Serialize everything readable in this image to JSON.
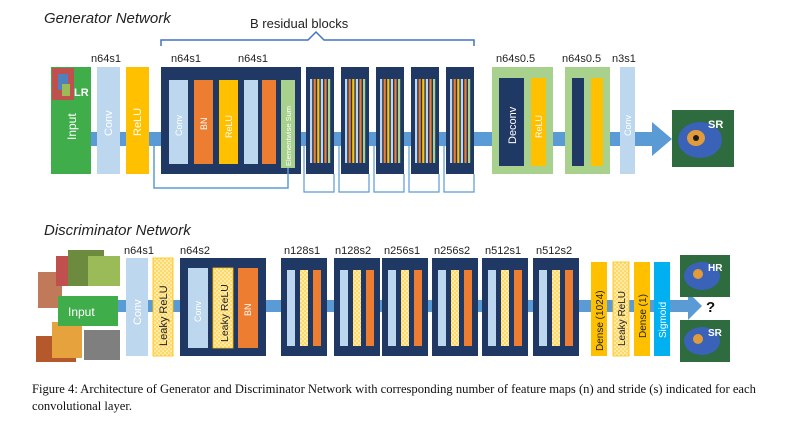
{
  "generator": {
    "title": "Generator Network",
    "brace_label": "B residual blocks",
    "input_label": "Input",
    "input_image_label": "LR",
    "output_image_label": "SR",
    "layer_labels": {
      "l1": "n64s1",
      "block_left": "n64s1",
      "block_right": "n64s1",
      "deconv1": "n64s0.5",
      "deconv2": "n64s0.5",
      "final": "n3s1"
    },
    "conv": "Conv",
    "relu": "ReLU",
    "bn": "BN",
    "elementwise_sum": "Elementwise Sum",
    "deconv": "Deconv",
    "final_conv": "Conv"
  },
  "discriminator": {
    "title": "Discriminator Network",
    "input_label": "Input",
    "hr_label": "HR",
    "sr_label": "SR",
    "question": "?",
    "layer_labels": [
      "n64s1",
      "n64s2",
      "n128s1",
      "n128s2",
      "n256s1",
      "n256s2",
      "n512s1",
      "n512s2"
    ],
    "conv": "Conv",
    "leaky_relu": "Leaky ReLU",
    "bn": "BN",
    "dense_1024": "Dense (1024)",
    "leaky_relu_2": "Leaky ReLU",
    "dense_1": "Dense (1)",
    "sigmoid": "Sigmoid"
  },
  "caption": "Figure 4: Architecture of Generator and Discriminator Network with corresponding number of feature maps (n) and stride (s) indicated for each convolutional layer.",
  "colors": {
    "navy": "#1f3864",
    "conv_blue": "#bdd7ee",
    "orange": "#ed7d31",
    "yellow": "#ffc000",
    "green": "#3fae4a",
    "light_green": "#a9d18e",
    "arrow_blue": "#5b9bd5",
    "sigmoid_blue": "#00b0f0"
  }
}
